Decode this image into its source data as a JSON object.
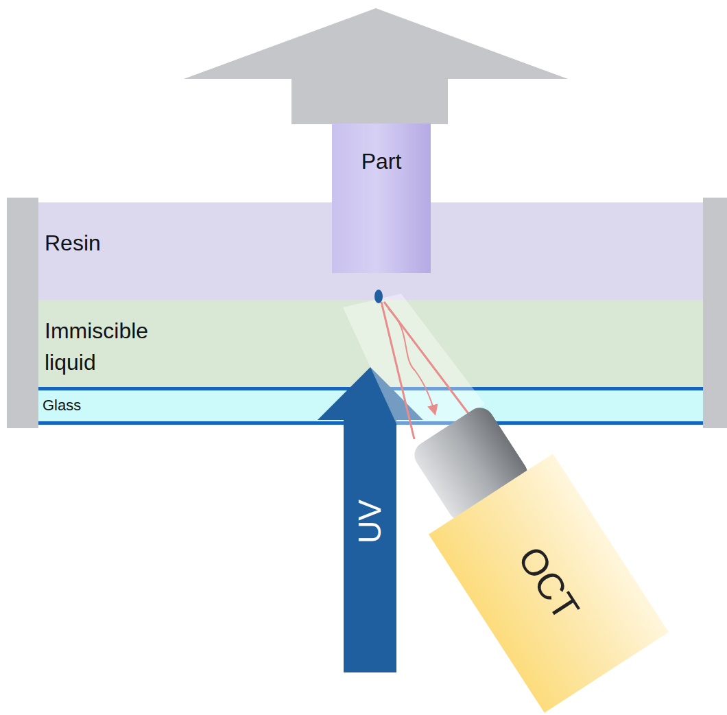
{
  "diagram": {
    "nodes": [
      {
        "text": [
          "Part"
        ]
      },
      {
        "text": [
          "Resin"
        ]
      },
      {
        "text": [
          "Immiscible liquid"
        ]
      },
      {
        "text": [
          "Glass"
        ]
      },
      {
        "text": [
          "UV"
        ]
      },
      {
        "text": [
          "OCT"
        ]
      }
    ]
  }
}
